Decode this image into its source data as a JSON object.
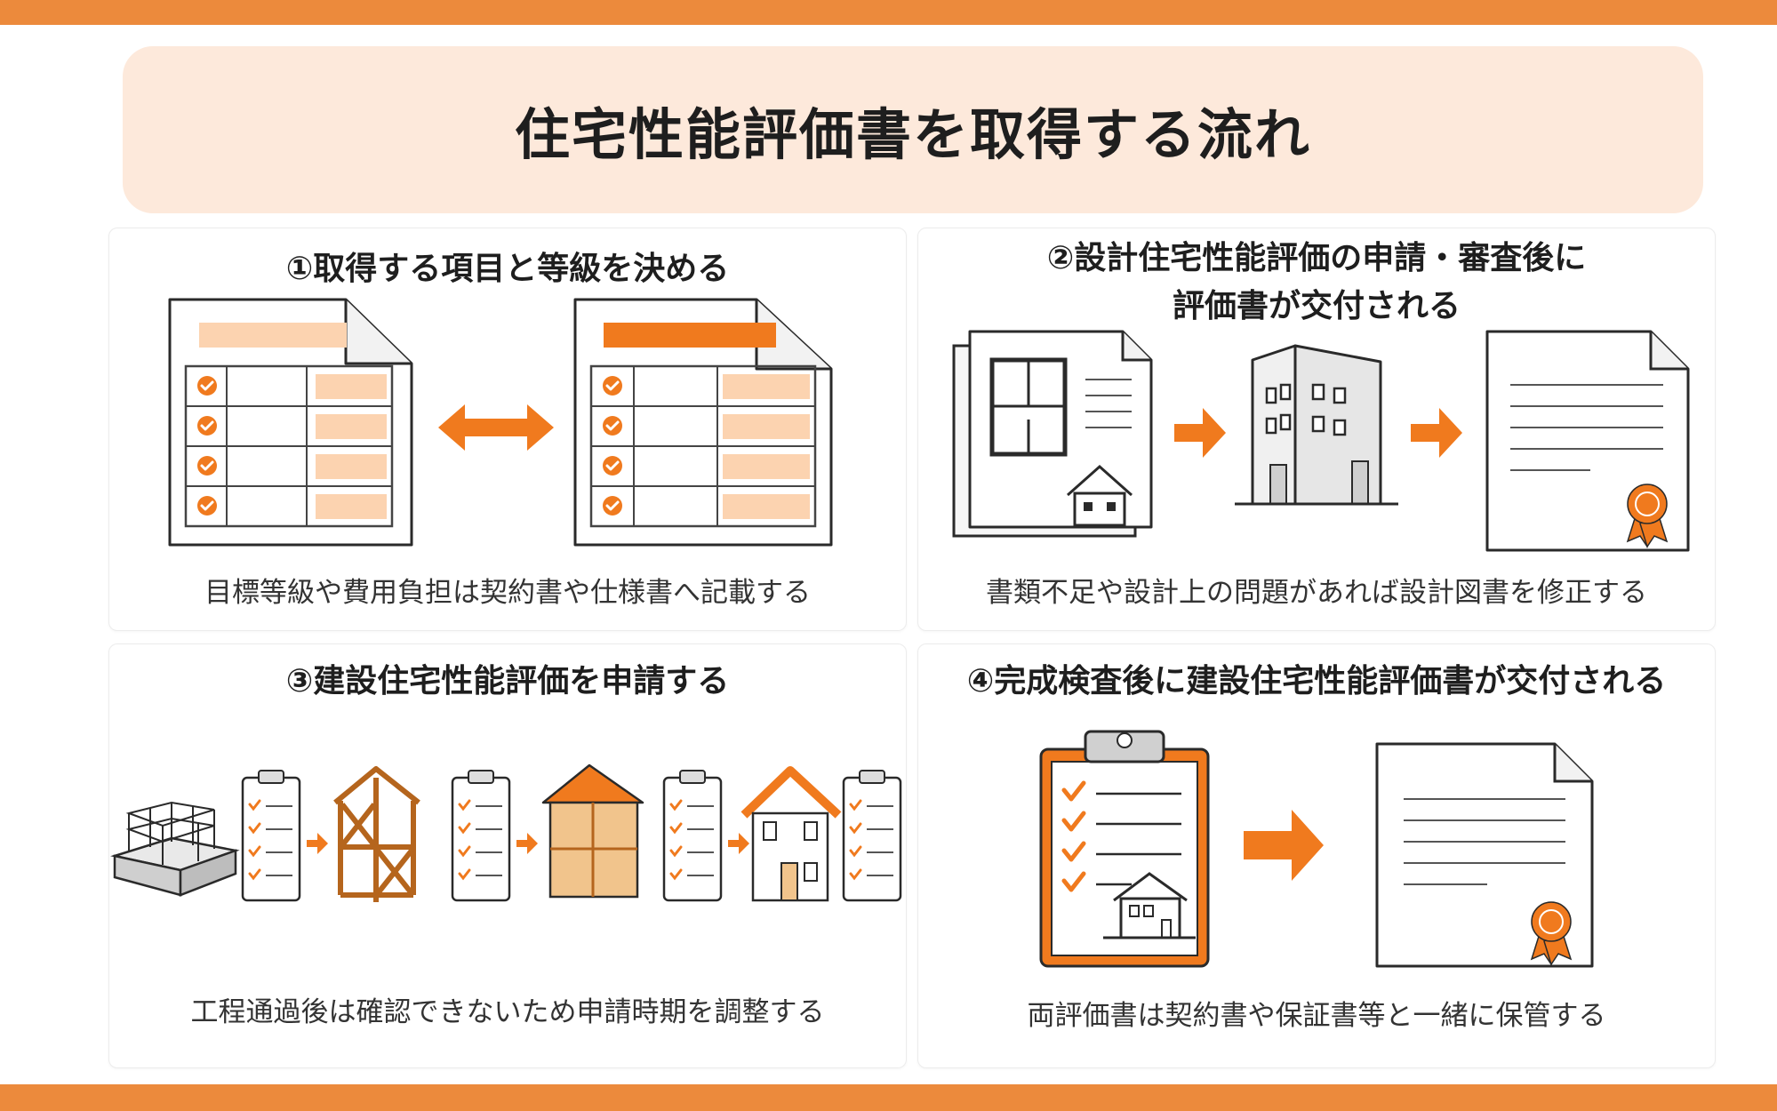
{
  "title": "住宅性能評価書を取得する流れ",
  "colors": {
    "accent": "#ec8a3c",
    "orange": "#f07a1e",
    "light": "#fde9db",
    "peach": "#fcd3b0"
  },
  "steps": [
    {
      "title": "①取得する項目と等級を決める",
      "caption": "目標等級や費用負担は契約書や仕様書へ記載する"
    },
    {
      "title_line1": "②設計住宅性能評価の申請・審査後に",
      "title_line2": "評価書が交付される",
      "caption": "書類不足や設計上の問題があれば設計図書を修正する"
    },
    {
      "title": "③建設住宅性能評価を申請する",
      "caption": "工程通過後は確認できないため申請時期を調整する"
    },
    {
      "title": "④完成検査後に建設住宅性能評価書が交付される",
      "caption": "両評価書は契約書や保証書等と一緒に保管する"
    }
  ]
}
